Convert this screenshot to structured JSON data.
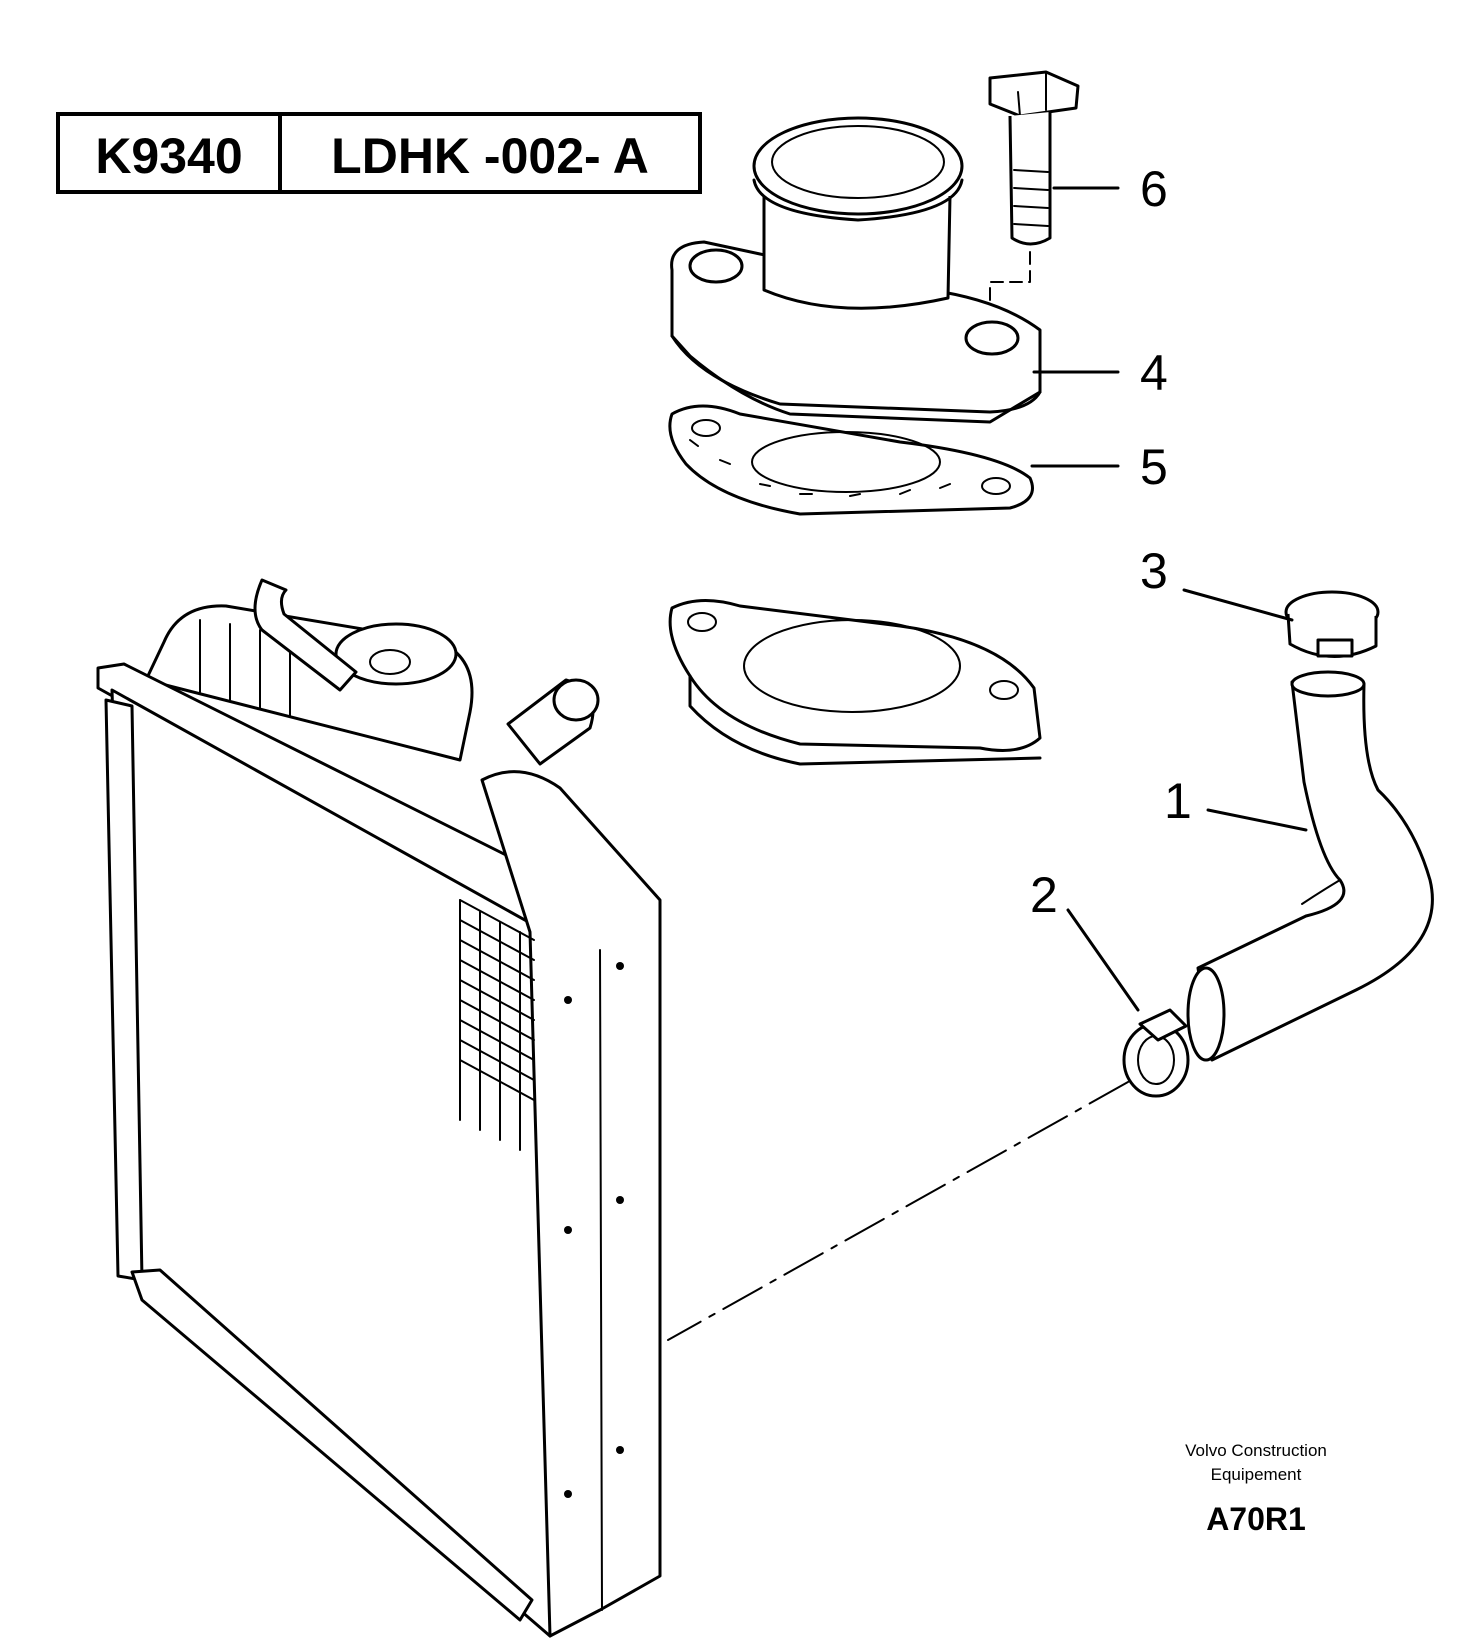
{
  "header_tag": {
    "left": "K9340",
    "right": "LDHK -002- A"
  },
  "callouts": [
    "6",
    "4",
    "5",
    "3",
    "1",
    "2"
  ],
  "footer": {
    "brand_line1": "Volvo Construction",
    "brand_line2": "Equipement",
    "code": "A70R1"
  }
}
